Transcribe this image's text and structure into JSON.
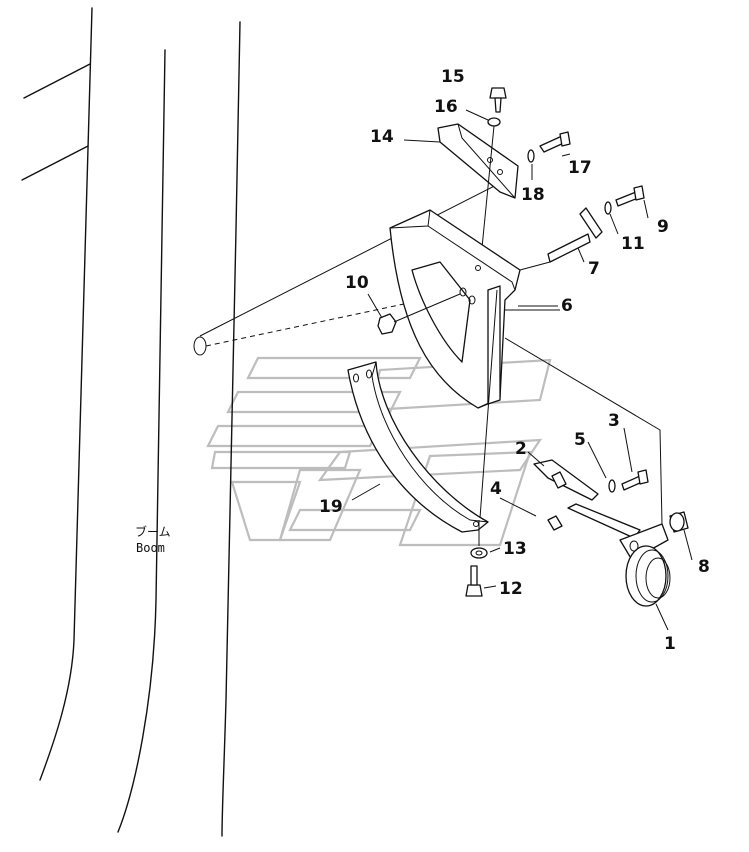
{
  "boom_label": {
    "japanese": "ブーム",
    "english": "Boom"
  },
  "callouts": [
    {
      "id": "c1",
      "text": "1"
    },
    {
      "id": "c2",
      "text": "2"
    },
    {
      "id": "c3",
      "text": "3"
    },
    {
      "id": "c4",
      "text": "4"
    },
    {
      "id": "c5",
      "text": "5"
    },
    {
      "id": "c6",
      "text": "6"
    },
    {
      "id": "c7",
      "text": "7"
    },
    {
      "id": "c8",
      "text": "8"
    },
    {
      "id": "c9",
      "text": "9"
    },
    {
      "id": "c10",
      "text": "10"
    },
    {
      "id": "c11",
      "text": "11"
    },
    {
      "id": "c12",
      "text": "12"
    },
    {
      "id": "c13",
      "text": "13"
    },
    {
      "id": "c14",
      "text": "14"
    },
    {
      "id": "c15",
      "text": "15"
    },
    {
      "id": "c16",
      "text": "16"
    },
    {
      "id": "c17",
      "text": "17"
    },
    {
      "id": "c18",
      "text": "18"
    },
    {
      "id": "c19",
      "text": "19"
    }
  ],
  "colors": {
    "line": "#111111",
    "watermark": "#bdbdbd",
    "background": "#ffffff"
  }
}
